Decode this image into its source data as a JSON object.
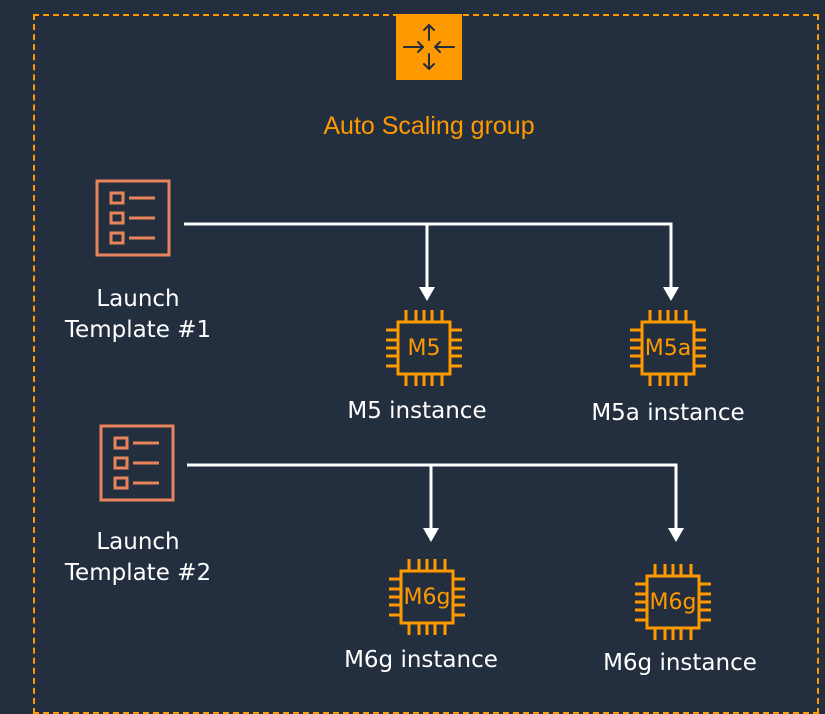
{
  "group": {
    "label": "Auto Scaling group",
    "icon": "auto-scaling-icon",
    "accent": "#ff9900"
  },
  "templates": [
    {
      "label_line1": "Launch",
      "label_line2": "Template #1",
      "icon": "launch-template-icon",
      "instances": [
        {
          "chip_label": "M5",
          "label": "M5 instance"
        },
        {
          "chip_label": "M5a",
          "label": "M5a instance"
        }
      ]
    },
    {
      "label_line1": "Launch",
      "label_line2": "Template #2",
      "icon": "launch-template-icon",
      "instances": [
        {
          "chip_label": "M6g",
          "label": "M6g instance"
        },
        {
          "chip_label": "M6g",
          "label": "M6g instance"
        }
      ]
    }
  ],
  "colors": {
    "background": "#232f3e",
    "orange": "#ff9900",
    "template_icon": "#e8845c",
    "line": "#ffffff"
  }
}
